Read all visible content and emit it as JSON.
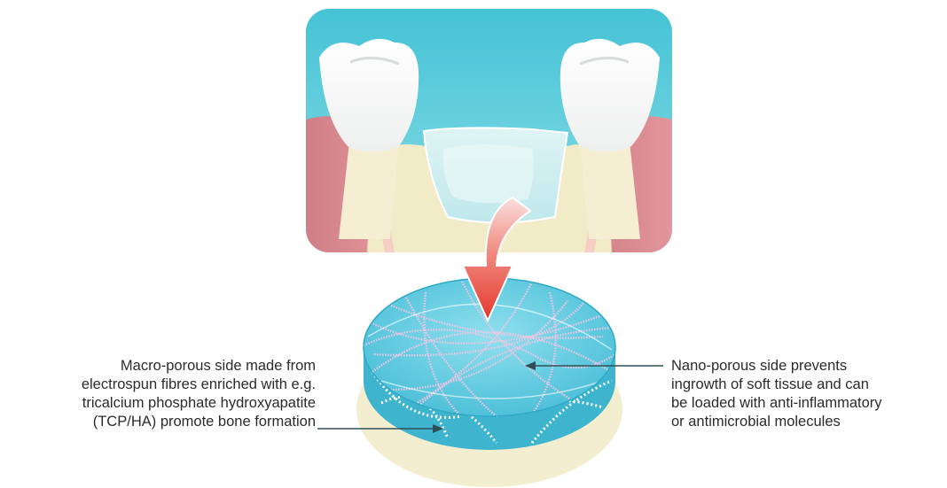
{
  "annotations": {
    "left": {
      "lines": [
        "Macro-porous side made from",
        "electrospun fibres enriched with e.g.",
        "tricalcium phosphate hydroxyapatite",
        "(TCP/HA) promote bone formation"
      ]
    },
    "right": {
      "lines": [
        "Nano-porous side prevents",
        "ingrowth of soft tissue and can",
        "be loaded with anti-inflammatory",
        "or antimicrobial molecules"
      ]
    }
  },
  "colors": {
    "background_panel": "#69cfdc",
    "gum": "#d8848a",
    "bone": "#f4edcc",
    "tooth": "#ffffff",
    "membrane": "#d6f0f2",
    "arrow": "#e8473b",
    "disc_top": "#62cbe0",
    "fibres": "#f0c0e0",
    "leader_line": "#2e4e56",
    "text": "#2b2b2b"
  }
}
